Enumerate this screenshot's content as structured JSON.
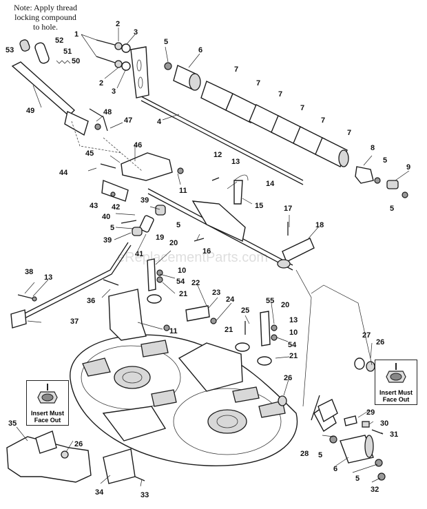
{
  "note": {
    "line1": "Note: Apply thread",
    "line2": "locking compound",
    "line3": "to hole."
  },
  "insert_callouts": [
    {
      "line1": "Insert Must",
      "line2": "Face Out"
    },
    {
      "line1": "Insert Must",
      "line2": "Face Out"
    }
  ],
  "watermark": "eReplacementParts.com",
  "part_numbers": {
    "p1": "1",
    "p2a": "2",
    "p2b": "2",
    "p3a": "3",
    "p3b": "3",
    "p4": "4",
    "p5a": "5",
    "p5b": "5",
    "p5c": "5",
    "p5d": "5",
    "p5e": "5",
    "p5f": "5",
    "p5g": "5",
    "p6a": "6",
    "p6b": "6",
    "p7a": "7",
    "p7b": "7",
    "p7c": "7",
    "p7d": "7",
    "p7e": "7",
    "p7f": "7",
    "p8": "8",
    "p9": "9",
    "p10a": "10",
    "p10b": "10",
    "p11a": "11",
    "p11b": "11",
    "p12": "12",
    "p13a": "13",
    "p13b": "13",
    "p13c": "13",
    "p14": "14",
    "p15": "15",
    "p16": "16",
    "p17": "17",
    "p18": "18",
    "p19": "19",
    "p20a": "20",
    "p20b": "20",
    "p21a": "21",
    "p21b": "21",
    "p21c": "21",
    "p22": "22",
    "p23": "23",
    "p24": "24",
    "p25": "25",
    "p26a": "26",
    "p26b": "26",
    "p26c": "26",
    "p27": "27",
    "p28": "28",
    "p29": "29",
    "p30": "30",
    "p31": "31",
    "p32": "32",
    "p33": "33",
    "p34": "34",
    "p35": "35",
    "p36": "36",
    "p37": "37",
    "p38": "38",
    "p39a": "39",
    "p39b": "39",
    "p40": "40",
    "p41": "41",
    "p42": "42",
    "p43": "43",
    "p44": "44",
    "p45": "45",
    "p46": "46",
    "p47": "47",
    "p48": "48",
    "p49": "49",
    "p50": "50",
    "p51": "51",
    "p52": "52",
    "p53": "53",
    "p54a": "54",
    "p54b": "54",
    "p55": "55"
  }
}
